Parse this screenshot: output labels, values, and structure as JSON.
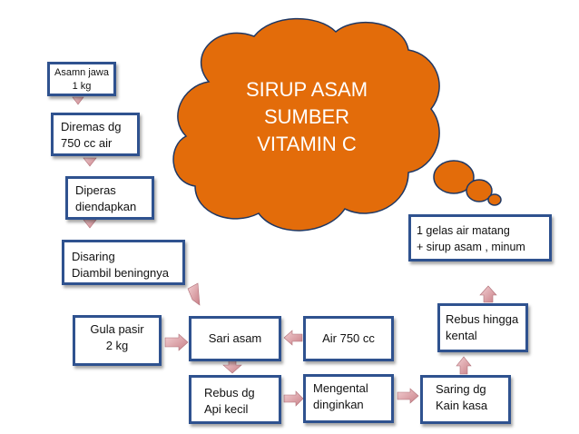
{
  "title": "SIRUP ASAM\nSUMBER\nVITAMIN C",
  "colors": {
    "cloud_fill": "#e36c0a",
    "cloud_stroke": "#1f3864",
    "box_border": "#2f528f",
    "arrow_fill": "#e8b4b8"
  },
  "steps": {
    "asam_jawa": "Asamn jawa\n1 kg",
    "diremas": "Diremas dg\n750 cc air",
    "diperas": "Diperas\ndiendapkan",
    "disaring": "Disaring\nDiambil beningnya",
    "gula_pasir": "Gula pasir\n2 kg",
    "sari_asam": "Sari asam",
    "air_750": "Air 750 cc",
    "rebus_api": "Rebus dg\nApi kecil",
    "mengental": "Mengental\ndinginkan",
    "saring_kain": "Saring dg\nKain kasa",
    "rebus_kental": "Rebus hingga\nkental",
    "gelas_air": "1 gelas air matang\n+ sirup asam , minum"
  }
}
